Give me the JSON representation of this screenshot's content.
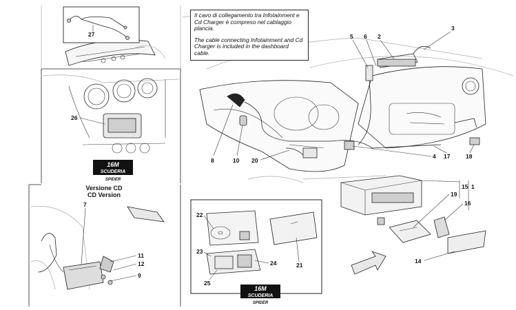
{
  "note": {
    "italian": "Il cavo di collegamento tra Infotainment e Cd Charger è compreso nel cablaggio plancia.",
    "english": "The cable connecting Infotainment and Cd Charger is included in the dashboard cable."
  },
  "cd_version": {
    "italian": "Versione CD",
    "english": "CD Version"
  },
  "badge": {
    "top": "16M",
    "middle": "SCUDERIA",
    "bottom": "SPIDER"
  },
  "parts": {
    "p1": "1",
    "p2": "2",
    "p3": "3",
    "p4": "4",
    "p5": "5",
    "p6": "6",
    "p7": "7",
    "p8": "8",
    "p9": "9",
    "p10": "10",
    "p11": "11",
    "p12": "12",
    "p14": "14",
    "p15": "15",
    "p16": "16",
    "p17": "17",
    "p18": "18",
    "p19": "19",
    "p20": "20",
    "p21": "21",
    "p22": "22",
    "p23": "23",
    "p24": "24",
    "p25": "25",
    "p26": "26",
    "p27": "27"
  }
}
